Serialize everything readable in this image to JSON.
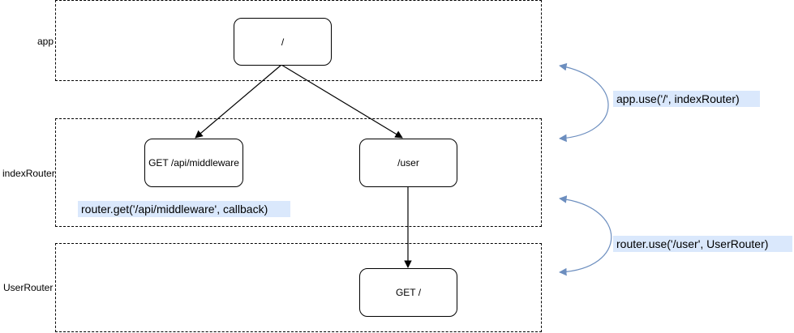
{
  "layers": {
    "app": "app",
    "index_router": "indexRouter",
    "user_router": "UserRouter"
  },
  "nodes": {
    "root": "/",
    "api_middleware": "GET /api/middleware",
    "user": "/user",
    "get_root": "GET /"
  },
  "notes": {
    "app_use": "app.use('/', indexRouter)",
    "router_get": "router.get('/api/middleware', callback)",
    "router_use": "router.use('/user', UserRouter)"
  },
  "colors": {
    "note_background": "#dae8fc",
    "curve_stroke": "#6c8ebf",
    "arrow_stroke": "#000000"
  }
}
